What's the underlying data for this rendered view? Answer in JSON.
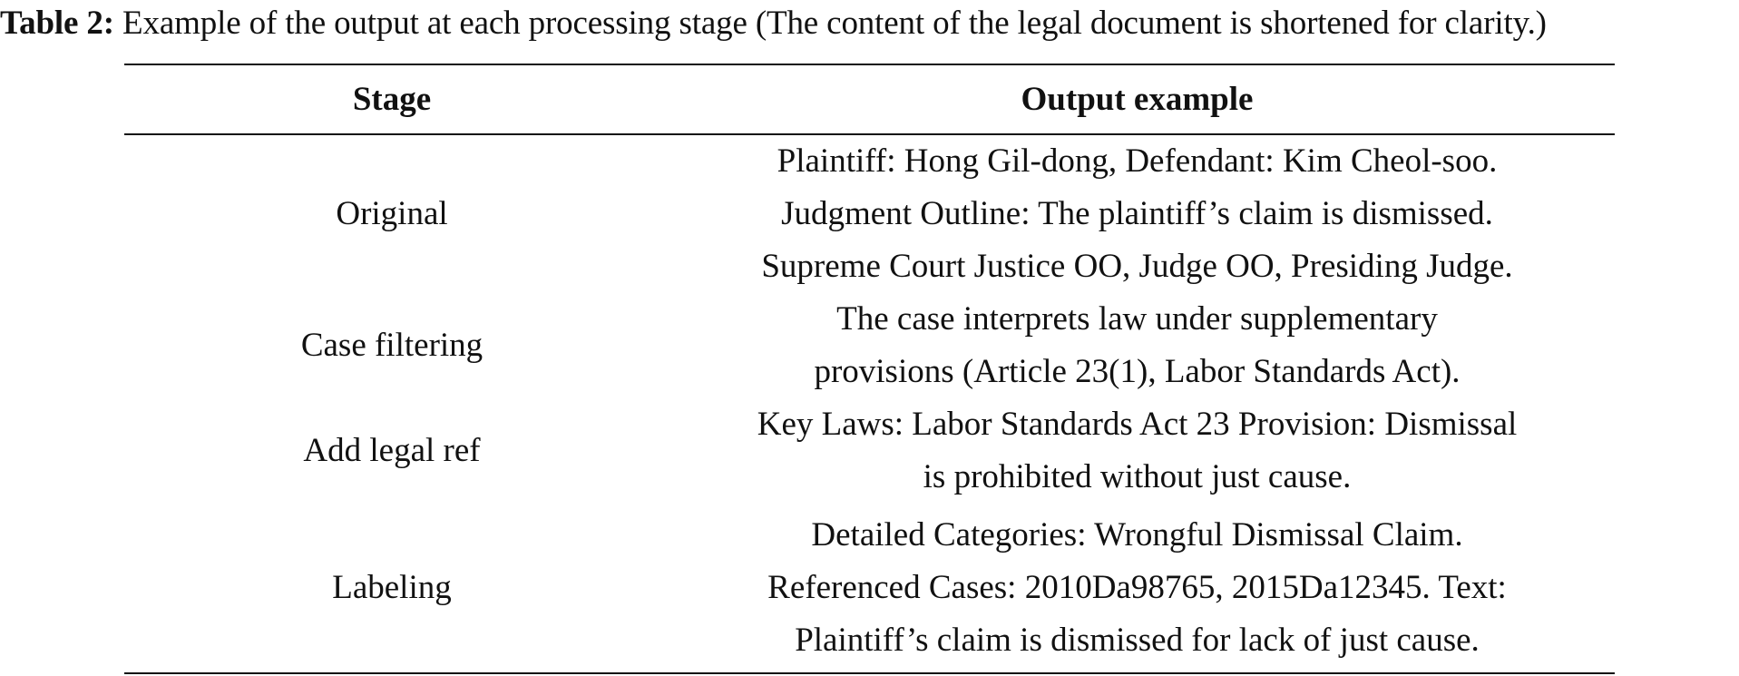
{
  "caption": {
    "label": "Table 2:",
    "text": "Example of the output at each processing stage (The content of the legal document is shortened for clarity.)"
  },
  "table": {
    "headers": {
      "stage": "Stage",
      "output": "Output example"
    },
    "rows": [
      {
        "stage": "Original",
        "output_lines": [
          "Plaintiff: Hong Gil-dong, Defendant: Kim Cheol-soo.",
          "Judgment Outline: The plaintiff’s claim is dismissed.",
          "Supreme Court Justice OO, Judge OO, Presiding Judge."
        ]
      },
      {
        "stage": "Case filtering",
        "output_lines": [
          "The case interprets law under supplementary",
          "provisions (Article 23(1), Labor Standards Act)."
        ]
      },
      {
        "stage": "Add legal ref",
        "output_lines": [
          "Key Laws: Labor Standards Act 23 Provision: Dismissal",
          "is prohibited without just cause."
        ]
      },
      {
        "stage": "Labeling",
        "output_lines": [
          "Detailed Categories: Wrongful Dismissal Claim.",
          "Referenced Cases: 2010Da98765, 2015Da12345. Text:",
          "Plaintiff’s claim is dismissed for lack of just cause."
        ]
      }
    ]
  }
}
